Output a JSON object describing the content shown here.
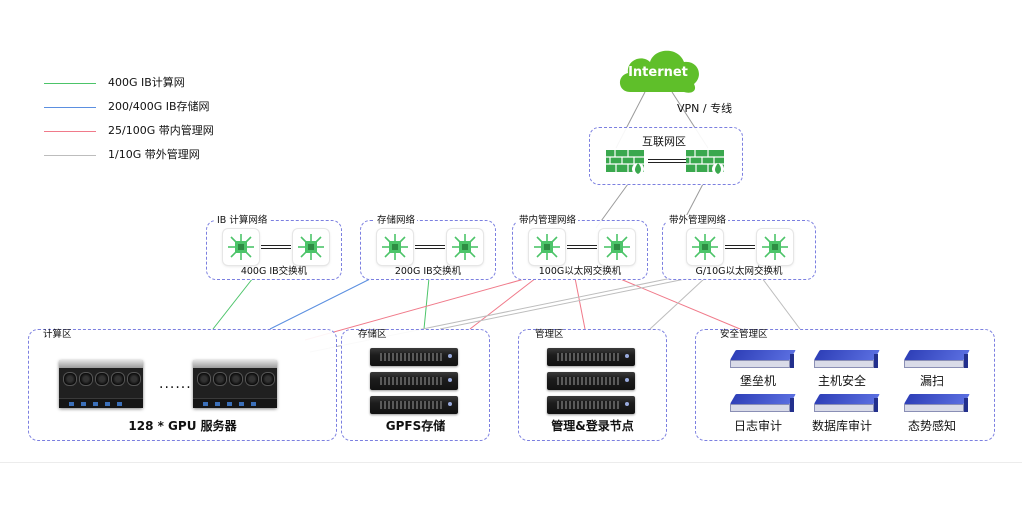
{
  "legend": [
    {
      "label": "400G IB计算网",
      "color": "#4cc469"
    },
    {
      "label": "200/400G IB存储网",
      "color": "#5b8fe0"
    },
    {
      "label": "25/100G 带内管理网",
      "color": "#f07a8a"
    },
    {
      "label": "1/10G 带外管理网",
      "color": "#b9b9b9"
    }
  ],
  "internet": {
    "label": "Internet",
    "color": "#5fbf2a",
    "link_label": "VPN / 专线"
  },
  "internet_zone": {
    "title": "互联网区"
  },
  "network_zones": [
    {
      "title": "IB 计算网络",
      "label": "400G IB交换机"
    },
    {
      "title": "存储网络",
      "label": "200G IB交换机"
    },
    {
      "title": "带内管理网络",
      "label": "100G以太网交换机"
    },
    {
      "title": "带外管理网络",
      "label": "G/10G以太网交换机"
    }
  ],
  "compute_zone": {
    "title": "计算区",
    "label": "128 * GPU 服务器",
    "ellipsis": "......"
  },
  "storage_zone": {
    "title": "存储区",
    "label": "GPFS存储"
  },
  "mgmt_zone": {
    "title": "管理区",
    "label": "管理&登录节点"
  },
  "security_zone": {
    "title": "安全管理区",
    "items": [
      "堡垒机",
      "主机安全",
      "漏扫",
      "日志审计",
      "数据库审计",
      "态势感知"
    ]
  },
  "colors": {
    "zone_border": "#7b7fe0",
    "switch_green": "#4cc469",
    "firewall_green": "#3aa84e",
    "appliance_blue": "#3446c4"
  }
}
